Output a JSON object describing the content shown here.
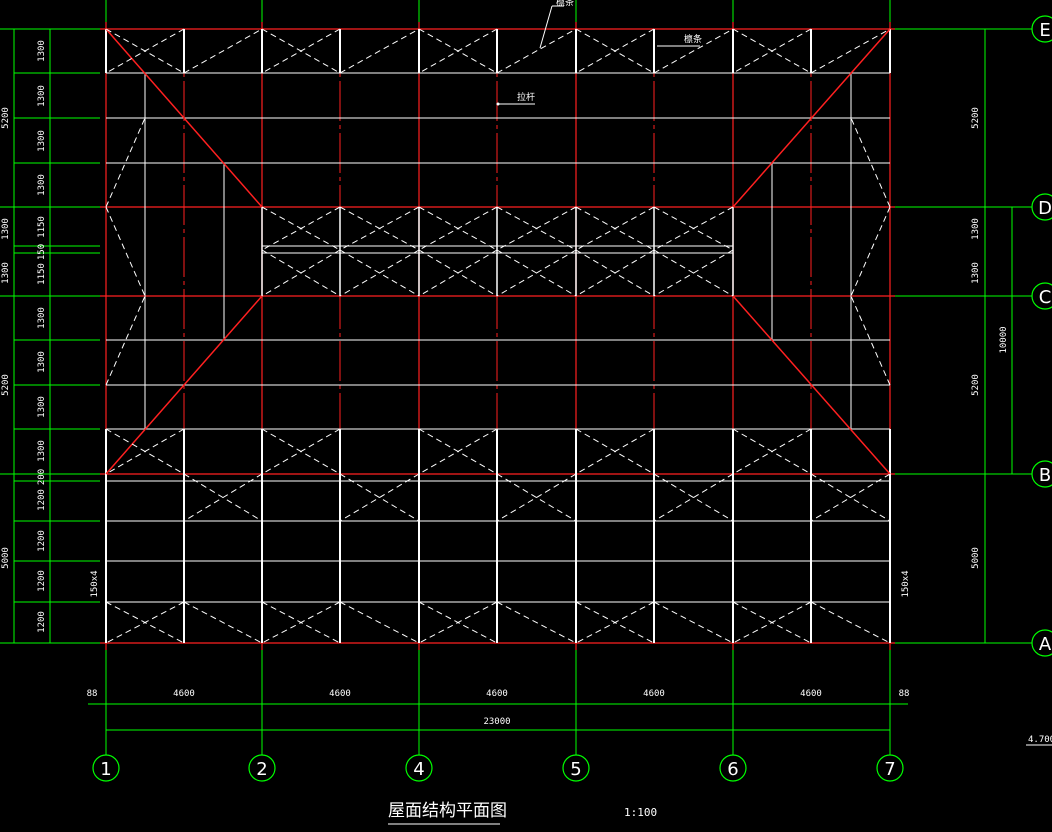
{
  "drawing": {
    "title": "屋面结构平面图",
    "scale": "1:100",
    "elevation": "4.700",
    "colors": {
      "background": "#000000",
      "axis": "#00ff00",
      "beam_red": "#ff2020",
      "member_white": "#ffffff"
    },
    "axes_bottom": [
      "1",
      "2",
      "4",
      "5",
      "6",
      "7"
    ],
    "axes_right": [
      "E",
      "D",
      "C",
      "B",
      "A"
    ],
    "bottom_dims": {
      "edge_left": "88",
      "spans": [
        "4600",
        "4600",
        "4600",
        "4600",
        "4600"
      ],
      "edge_right": "88",
      "total": "23000"
    },
    "left_dims": {
      "segments": [
        "1300",
        "1300",
        "1300",
        "1300",
        "1150",
        "150",
        "1150",
        "1300",
        "1300",
        "1300",
        "1300",
        "200",
        "1200",
        "1200",
        "1200",
        "1200"
      ],
      "major": [
        "5200",
        "1300",
        "1300",
        "5200",
        "5000"
      ]
    },
    "right_dims": {
      "segments": [
        "5200",
        "1300",
        "1300",
        "5200",
        "5000"
      ],
      "total": "10000"
    },
    "labels": {
      "purlin": "檩条",
      "tie": "拉杆",
      "top_label": "檩条",
      "left_side": "150x4",
      "right_side": "150x4"
    }
  }
}
